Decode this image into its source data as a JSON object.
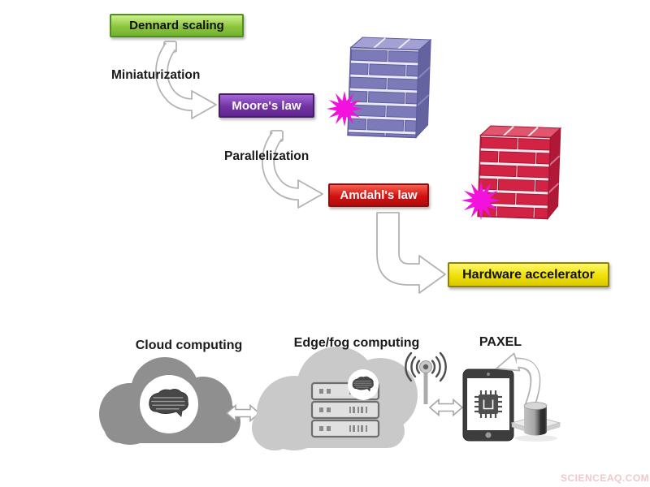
{
  "flow": {
    "dennard": "Dennard scaling",
    "miniaturization": "Miniaturization",
    "moores": "Moore's law",
    "parallelization": "Parallelization",
    "amdahls": "Amdahl's law",
    "hardware": "Hardware accelerator"
  },
  "computing": {
    "cloud": "Cloud computing",
    "edge": "Edge/fog computing",
    "paxel": "PAXEL"
  },
  "watermark": "SCIENCEAQ.COM",
  "colors": {
    "dennard_green": "#8cc63f",
    "moores_purple": "#7233a3",
    "amdahls_red": "#d21111",
    "hardware_yellow": "#f0e006",
    "wall_purple": "#7c7ab8",
    "wall_red": "#d22344",
    "starburst_magenta": "#f311dd",
    "cloud_dark_gray": "#8f8f8f",
    "cloud_light_gray": "#c9c9c9",
    "arrow_outline_gray": "#b3b3b3"
  },
  "icons": {
    "brick_wall": "svg-3d-brick-wall",
    "starburst": "svg-12-point-star",
    "curved_arrow": "svg-white-bent-arrow",
    "double_arrow": "svg-two-headed-arrow",
    "cloud": "svg-cloud-blob",
    "brain": "svg-brain-blob",
    "server_rack": "svg-stacked-servers",
    "antenna": "svg-radio-antenna",
    "tablet": "svg-tablet-with-chip",
    "accelerator_module": "svg-cylinder-on-board"
  }
}
